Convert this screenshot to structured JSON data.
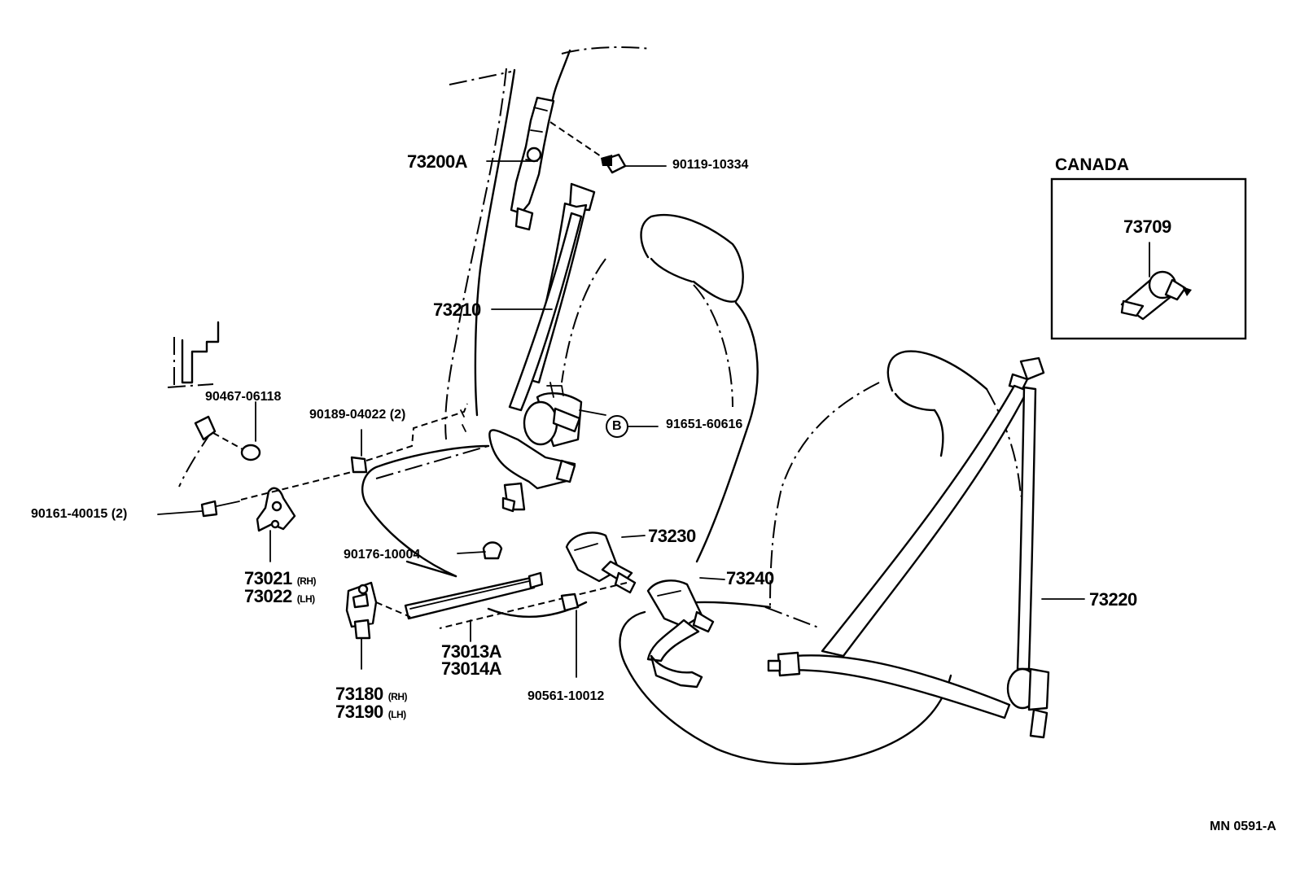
{
  "diagram": {
    "inset": {
      "title": "CANADA",
      "part": "73709"
    },
    "labels": {
      "p73200A": "73200A",
      "p90119": "90119-10334",
      "p73210": "73210",
      "p90467": "90467-06118",
      "p90189": "90189-04022 (2)",
      "p91651": "91651-60616",
      "circle_b": "B",
      "p90161": "90161-40015 (2)",
      "p73230": "73230",
      "p90176": "90176-10004",
      "p73240": "73240",
      "p73021": "73021",
      "p73021_suffix": "(RH)",
      "p73022": "73022",
      "p73022_suffix": "(LH)",
      "p73220": "73220",
      "p73013A": "73013A",
      "p73014A": "73014A",
      "p90561": "90561-10012",
      "p73180": "73180",
      "p73180_suffix": "(RH)",
      "p73190": "73190",
      "p73190_suffix": "(LH)"
    },
    "reference_code": "MN  0591-A"
  }
}
